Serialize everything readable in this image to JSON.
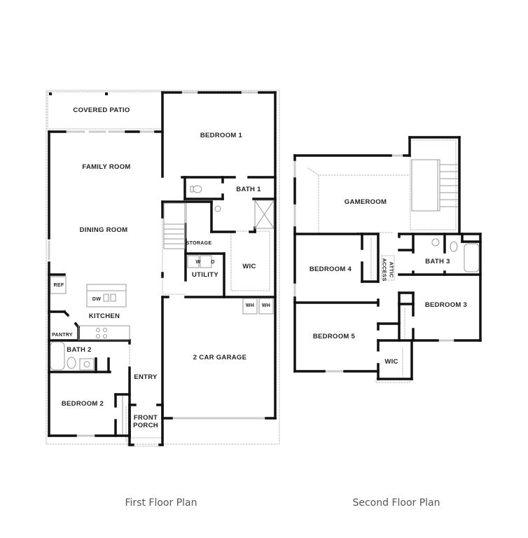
{
  "first_floor": {
    "caption": "First Floor Plan",
    "rooms": {
      "covered_patio": "COVERED PATIO",
      "bedroom_1": "BEDROOM 1",
      "family_room": "FAMILY ROOM",
      "bath_1": "BATH 1",
      "dining_room": "DINING ROOM",
      "storage": "STORAGE",
      "washer": "W",
      "dryer": "D",
      "utility": "UTILITY",
      "wic": "WIC",
      "ref": "REF",
      "dw": "DW",
      "kitchen": "KITCHEN",
      "wh_1": "WH",
      "wh_2": "WH",
      "pantry": "PANTRY",
      "bath_2": "BATH 2",
      "garage": "2 CAR GARAGE",
      "entry": "ENTRY",
      "bedroom_2": "BEDROOM 2",
      "front_porch_1": "FRONT",
      "front_porch_2": "PORCH"
    }
  },
  "second_floor": {
    "caption": "Second Floor Plan",
    "rooms": {
      "gameroom": "GAMEROOM",
      "bedroom_4": "BEDROOM 4",
      "attic_access_1": "ATTIC",
      "attic_access_2": "ACCESS",
      "bath_3": "BATH 3",
      "bedroom_3": "BEDROOM 3",
      "bedroom_5": "BEDROOM 5",
      "wic": "WIC"
    }
  },
  "colors": {
    "wall": "#111111",
    "dashed": "#bbbbbb",
    "fixture": "#999999",
    "caption": "#555555"
  }
}
